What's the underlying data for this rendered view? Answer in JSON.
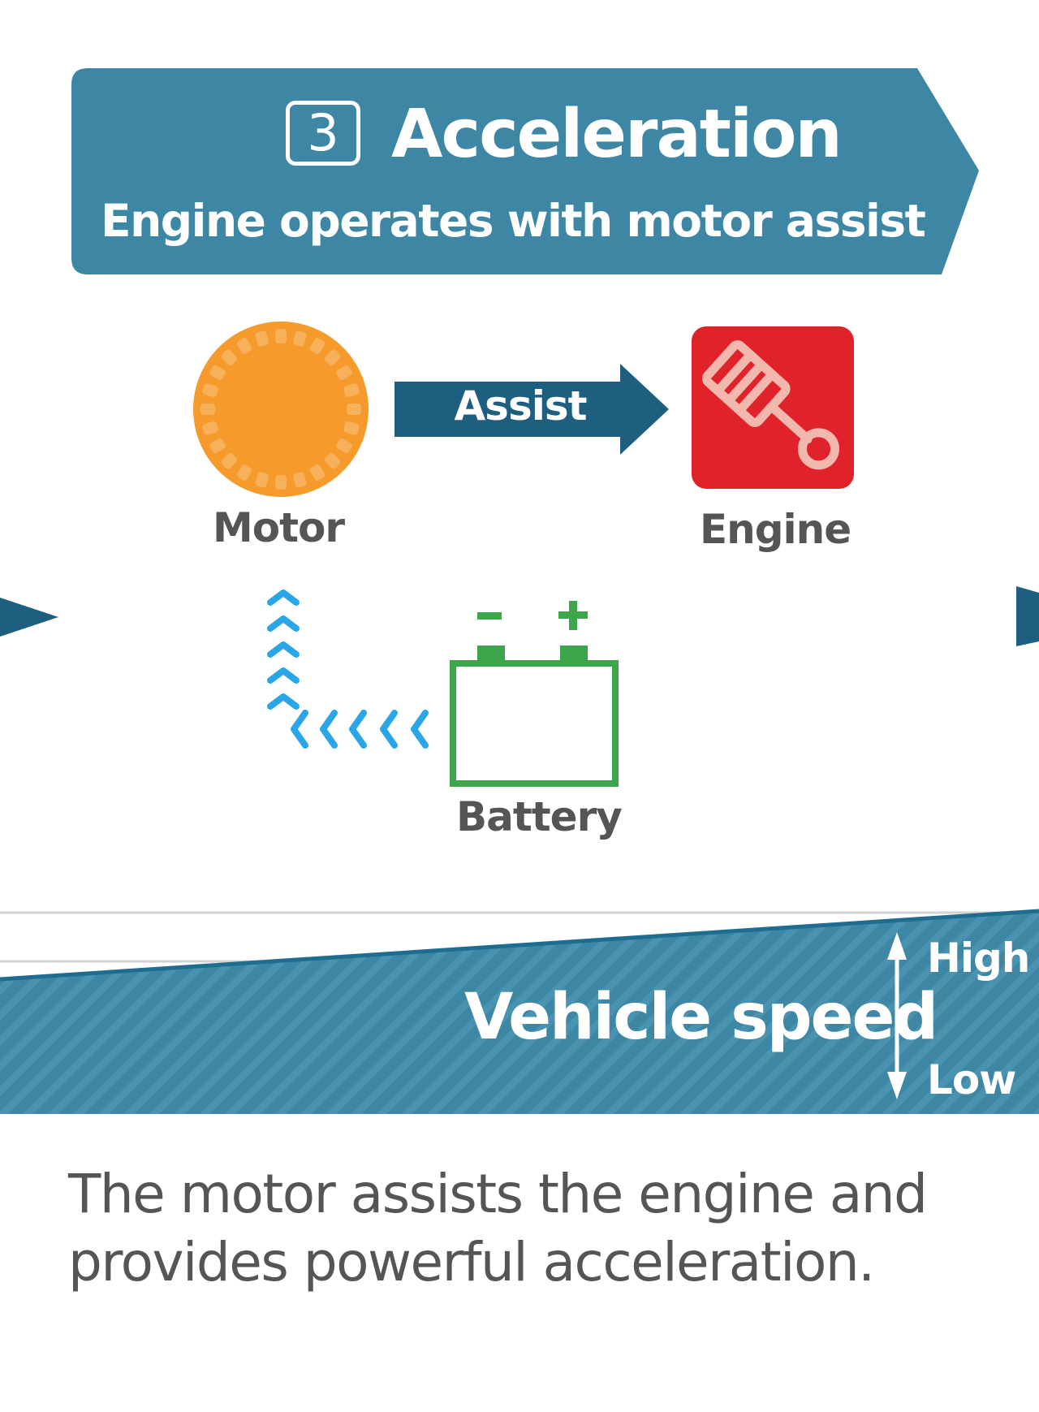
{
  "header": {
    "step_number": "3",
    "title": "Acceleration",
    "subtitle": "Engine operates with motor assist"
  },
  "diagram": {
    "motor_label": "Motor",
    "engine_label": "Engine",
    "battery_label": "Battery",
    "assist_label": "Assist",
    "battery_minus": "−",
    "battery_plus": "+",
    "icons": {
      "motor": "motor-icon",
      "engine": "engine-piston-icon",
      "battery": "battery-icon"
    }
  },
  "speed_bar": {
    "label": "Vehicle speed",
    "high": "High",
    "low": "Low"
  },
  "caption": {
    "line1": "The motor assists the engine and",
    "line2": "provides powerful acceleration."
  },
  "colors": {
    "banner": "#3d87a5",
    "assist_arrow": "#1e5f80",
    "motor": "#f59a2b",
    "engine": "#e0232b",
    "battery": "#3ba64a",
    "flow": "#2aa5e6",
    "speed_bar": "#3d87a5"
  }
}
